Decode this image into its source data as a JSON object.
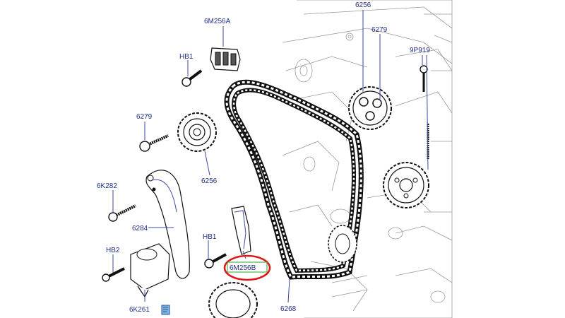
{
  "diagram": {
    "labels": {
      "tensioner_arm_left_top": "6M256A",
      "bolt_hb1_top": "HB1",
      "bolt_6279_left": "6279",
      "sprocket_6256_left": "6256",
      "bolt_6k282": "6K282",
      "guide_6284": "6284",
      "bolt_hb1_lower": "HB1",
      "bolt_hb2": "HB2",
      "tensioner_6k261": "6K261",
      "guide_highlighted": "6M256B",
      "chain_6268": "6268",
      "sprocket_6256_top": "6256",
      "bolt_6279_right": "6279",
      "part_9p919": "9P919"
    },
    "highlight_color": "#e01515",
    "label_color": "#1f2f86"
  }
}
